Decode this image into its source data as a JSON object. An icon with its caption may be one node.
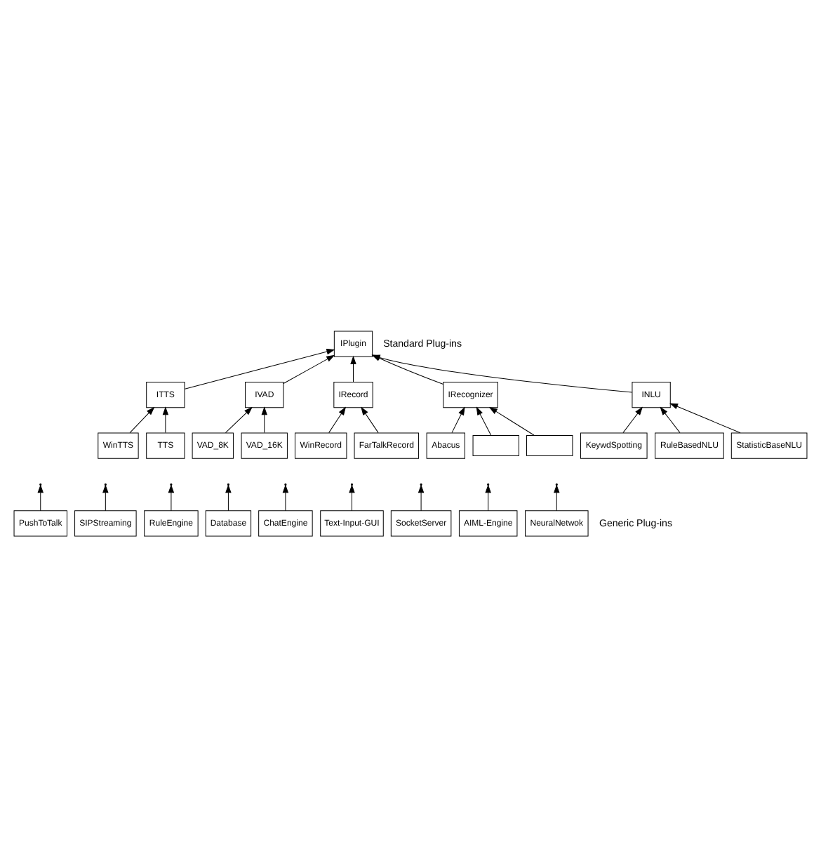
{
  "diagram": {
    "nodes": [
      {
        "text": [
          "IPlugin"
        ]
      },
      {
        "text": [
          "ITTS"
        ]
      },
      {
        "text": [
          "IVAD"
        ]
      },
      {
        "text": [
          "IRecord"
        ]
      },
      {
        "text": [
          "IRecognizer"
        ]
      },
      {
        "text": [
          "INLU"
        ]
      },
      {
        "text": [
          "WinTTS"
        ]
      },
      {
        "text": [
          "TTS"
        ]
      },
      {
        "text": [
          "VAD_8K"
        ]
      },
      {
        "text": [
          "VAD_16K"
        ]
      },
      {
        "text": [
          "WinRecord"
        ]
      },
      {
        "text": [
          "FarTalkRecord"
        ]
      },
      {
        "text": [
          "Abacus"
        ]
      },
      {
        "text": [],
        "shape": "box"
      },
      {
        "text": [],
        "shape": "box"
      },
      {
        "text": [
          "KeywdSpotting"
        ]
      },
      {
        "text": [
          "RuleBasedNLU"
        ]
      },
      {
        "text": [
          "StatisticBaseNLU"
        ]
      },
      {
        "text": [
          "PushToTalk"
        ]
      },
      {
        "text": [
          "SIPStreaming"
        ]
      },
      {
        "text": [
          "RuleEngine"
        ]
      },
      {
        "text": [
          "Database"
        ]
      },
      {
        "text": [
          "ChatEngine"
        ]
      },
      {
        "text": [
          "Text-Input-GUI"
        ]
      },
      {
        "text": [
          "SocketServer"
        ]
      },
      {
        "text": [
          "AIML-Engine"
        ]
      },
      {
        "text": [
          "NeuralNetwok"
        ]
      }
    ],
    "edges": [
      {
        "from": 1,
        "to": 0,
        "arrow": "to"
      },
      {
        "from": 2,
        "to": 0,
        "arrow": "to"
      },
      {
        "from": 3,
        "to": 0,
        "arrow": "to"
      },
      {
        "from": 4,
        "to": 0,
        "arrow": "to"
      },
      {
        "from": 5,
        "to": 0,
        "arrow": "to"
      },
      {
        "from": 6,
        "to": 1,
        "arrow": "to"
      },
      {
        "from": 7,
        "to": 1,
        "arrow": "to"
      },
      {
        "from": 8,
        "to": 2,
        "arrow": "to"
      },
      {
        "from": 9,
        "to": 2,
        "arrow": "to"
      },
      {
        "from": 10,
        "to": 3,
        "arrow": "to"
      },
      {
        "from": 11,
        "to": 3,
        "arrow": "to"
      },
      {
        "from": 12,
        "to": 4,
        "arrow": "to"
      },
      {
        "from": 13,
        "to": 4,
        "arrow": "to"
      },
      {
        "from": 14,
        "to": 4,
        "arrow": "to"
      },
      {
        "from": 15,
        "to": 5,
        "arrow": "to"
      },
      {
        "from": 16,
        "to": 5,
        "arrow": "to"
      },
      {
        "from": 17,
        "to": 5,
        "arrow": "to"
      },
      {
        "from": 18,
        "to": null,
        "arrow": "to"
      },
      {
        "from": 19,
        "to": null,
        "arrow": "to"
      },
      {
        "from": 20,
        "to": null,
        "arrow": "to"
      },
      {
        "from": 21,
        "to": null,
        "arrow": "to"
      },
      {
        "from": 22,
        "to": null,
        "arrow": "to"
      },
      {
        "from": 23,
        "to": null,
        "arrow": "to"
      },
      {
        "from": 24,
        "to": null,
        "arrow": "to"
      },
      {
        "from": 25,
        "to": null,
        "arrow": "to"
      },
      {
        "from": 26,
        "to": null,
        "arrow": "to"
      }
    ],
    "labels": [
      "Standard Plug-ins",
      "Generic Plug-ins"
    ]
  }
}
